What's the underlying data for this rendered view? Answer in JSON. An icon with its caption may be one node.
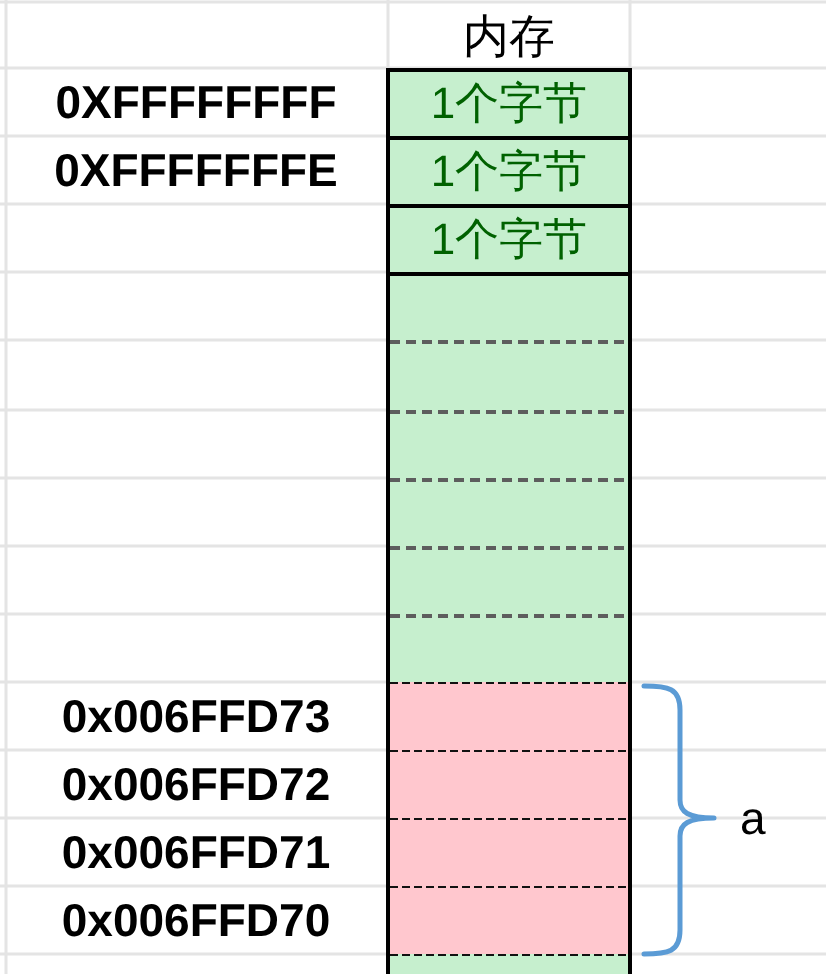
{
  "diagram": {
    "nodes": [
      {
        "text": [
          "内存"
        ]
      },
      {
        "text": [
          "1个字节"
        ],
        "in": 0,
        "beside": [
          "0XFFFFFFFF"
        ]
      },
      {
        "text": [
          "1个字节"
        ],
        "in": 0,
        "beside": [
          "0XFFFFFFFE"
        ]
      },
      {
        "text": [
          "1个字节"
        ],
        "in": 0
      },
      {
        "text": [],
        "shape": "box",
        "in": 0
      },
      {
        "text": [],
        "shape": "box",
        "in": 0
      },
      {
        "text": [],
        "shape": "box",
        "in": 0
      },
      {
        "text": [],
        "shape": "box",
        "in": 0
      },
      {
        "text": [],
        "shape": "box",
        "in": 0
      },
      {
        "text": [],
        "shape": "box",
        "in": 0
      },
      {
        "text": [],
        "shape": "box",
        "in": 0,
        "beside": [
          "0x006FFD73"
        ]
      },
      {
        "text": [],
        "shape": "box",
        "in": 0,
        "beside": [
          "0x006FFD72"
        ]
      },
      {
        "text": [],
        "shape": "box",
        "in": 0,
        "beside": [
          "0x006FFD71"
        ]
      },
      {
        "text": [],
        "shape": "box",
        "in": 0,
        "beside": [
          "0x006FFD70"
        ]
      },
      {
        "text": [],
        "shape": "box",
        "in": 0
      }
    ],
    "labels": [
      "a"
    ]
  }
}
